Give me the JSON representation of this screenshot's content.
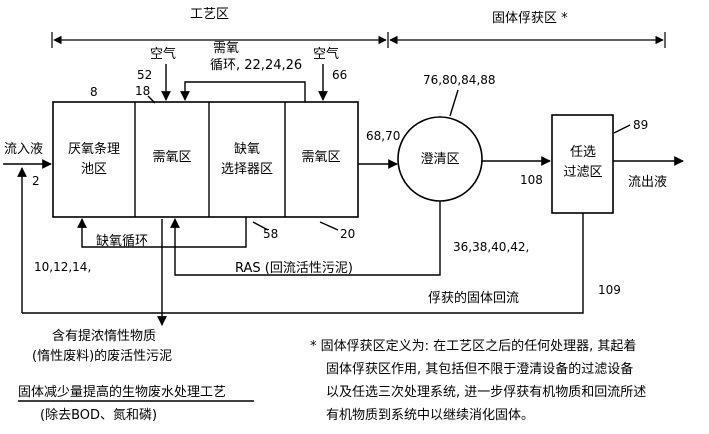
{
  "process_zone_label": "工艺区",
  "solids_capture_zone_label": "固体俘获区 *",
  "air_label_1": "空气",
  "air_label_2": "空气",
  "aerobic_recycle_label_line1": "需氧",
  "aerobic_recycle_label_line2": "循环, 22,24,26",
  "ref_52": "52",
  "ref_66": "66",
  "ref_8": "8",
  "ref_18": "18",
  "ref_2": "2",
  "ref_58": "58",
  "ref_20": "20",
  "ref_68_70": "68,70",
  "ref_76_88": "76,80,84,88",
  "ref_89": "89",
  "ref_108": "108",
  "ref_109": "109",
  "ref_10_14": "10,12,14,",
  "ref_36_42": "36,38,40,42,",
  "influent_label": "流入液",
  "effluent_label": "流出液",
  "anaerobic_tank_line1": "厌氧条理",
  "anaerobic_tank_line2": "池区",
  "aerobic_zone_1": "需氧区",
  "anoxic_line1": "缺氧",
  "anoxic_line2": "选择器区",
  "aerobic_zone_2": "需氧区",
  "clarifier_label": "澄清区",
  "filter_line1": "任选",
  "filter_line2": "过滤区",
  "anoxic_recycle_label": "缺氧循环",
  "ras_label": "RAS  (回流活性污泥)",
  "captured_solids_return_label": "俘获的固体回流",
  "waste_sludge_line1": "含有提浓惰性物质",
  "waste_sludge_line2": "(惰性废料)的废活性污泥",
  "process_title_line1": "固体减少量提高的生物废水处理工艺",
  "process_title_line2": "(除去BOD、氮和磷)",
  "footnote_line1": "*  固体俘获区定义为: 在工艺区之后的任何处理器, 其起着",
  "footnote_line2": "固体俘获区作用, 其包括但不限于澄清设备的过滤设备",
  "footnote_line3": "以及任选三次处理系统, 进一步俘获有机物质和回流所述",
  "footnote_line4": "有机物质到系统中以继续消化固体。"
}
